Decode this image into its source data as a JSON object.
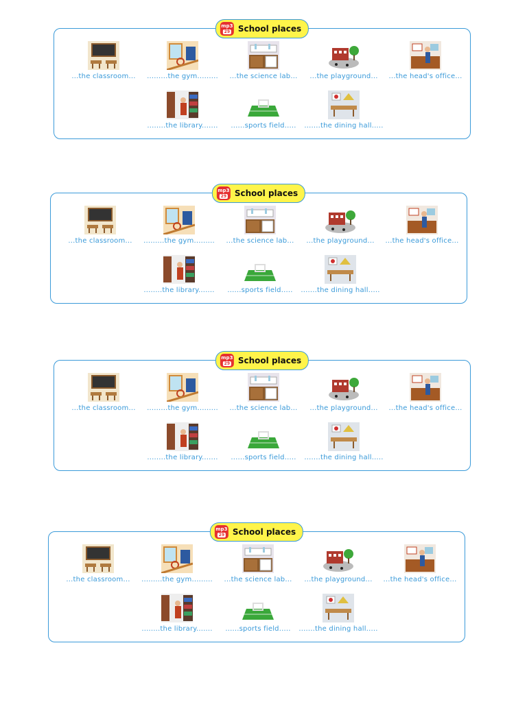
{
  "section_title": "School places",
  "mp3": {
    "label": "mp3",
    "track": "29"
  },
  "places_row1": [
    {
      "text": "...the classroom...",
      "icon": "classroom-icon"
    },
    {
      "text": ".........the gym.........",
      "icon": "gym-icon"
    },
    {
      "text": "...the science lab...",
      "icon": "science-lab-icon"
    },
    {
      "text": "...the playground...",
      "icon": "playground-icon"
    },
    {
      "text": "...the head's office...",
      "icon": "heads-office-icon"
    }
  ],
  "places_row2": [
    {
      "text": "........the library.......",
      "icon": "library-icon"
    },
    {
      "text": "......sports field.....",
      "icon": "sports-field-icon"
    },
    {
      "text": ".......the dining hall.....",
      "icon": "dining-hall-icon"
    }
  ]
}
